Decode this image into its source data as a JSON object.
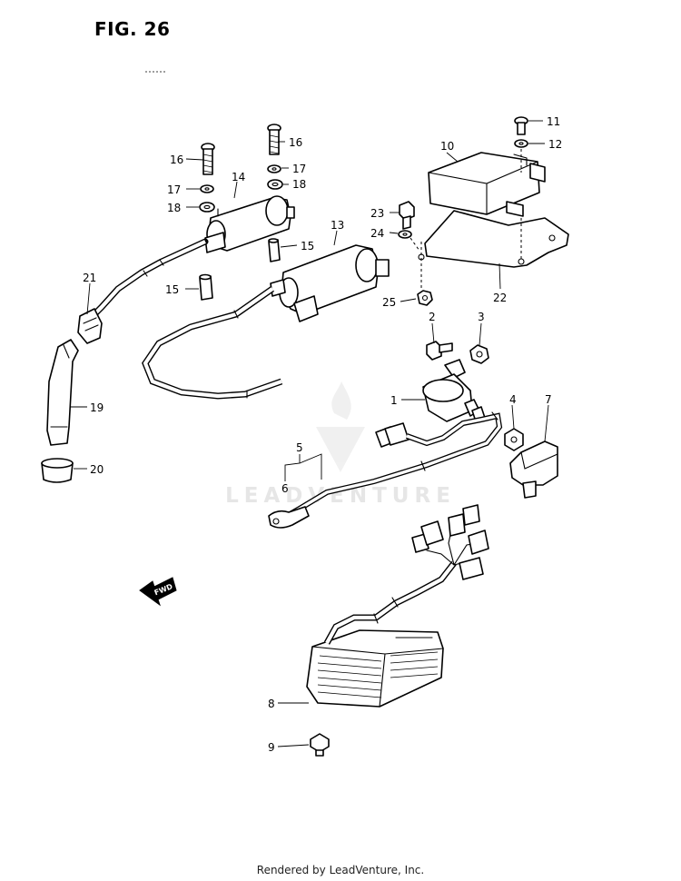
{
  "title": "FIG. 26",
  "footer": "Rendered by LeadVenture, Inc.",
  "watermark": "LEADVENTURE",
  "fwd_label": "FWD",
  "callouts": {
    "c1": "1",
    "c2": "2",
    "c3": "3",
    "c4": "4",
    "c5": "5",
    "c6": "6",
    "c7": "7",
    "c8": "8",
    "c9": "9",
    "c10": "10",
    "c11": "11",
    "c12": "12",
    "c13": "13",
    "c14": "14",
    "c15a": "15",
    "c15b": "15",
    "c16a": "16",
    "c16b": "16",
    "c17a": "17",
    "c17b": "17",
    "c18a": "18",
    "c18b": "18",
    "c19": "19",
    "c20": "20",
    "c21": "21",
    "c22": "22",
    "c23": "23",
    "c24": "24",
    "c25": "25"
  }
}
